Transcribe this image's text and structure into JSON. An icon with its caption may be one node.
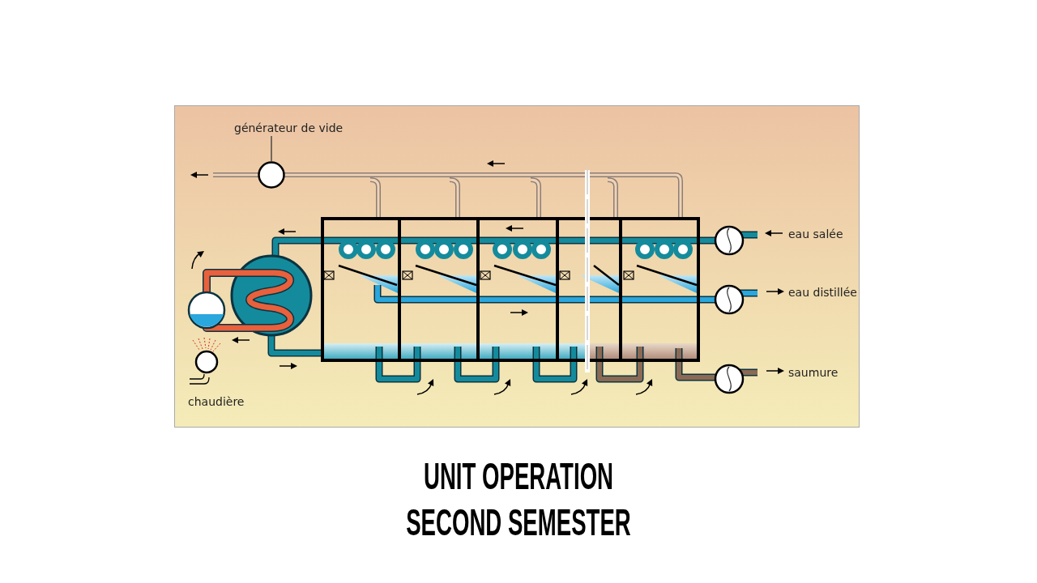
{
  "diagram": {
    "title": "UNIT OPERATION SECOND SEMESTER",
    "nodes": [
      {
        "text": [
          "générateur de vide"
        ]
      },
      {
        "text": [],
        "shape": "circle"
      }
    ],
    "edges": [
      {
        "from": 0,
        "to": 1,
        "arrow": "none"
      }
    ],
    "labels": [
      "eau salée",
      "eau distillée",
      "saumure",
      "chaudière"
    ]
  }
}
